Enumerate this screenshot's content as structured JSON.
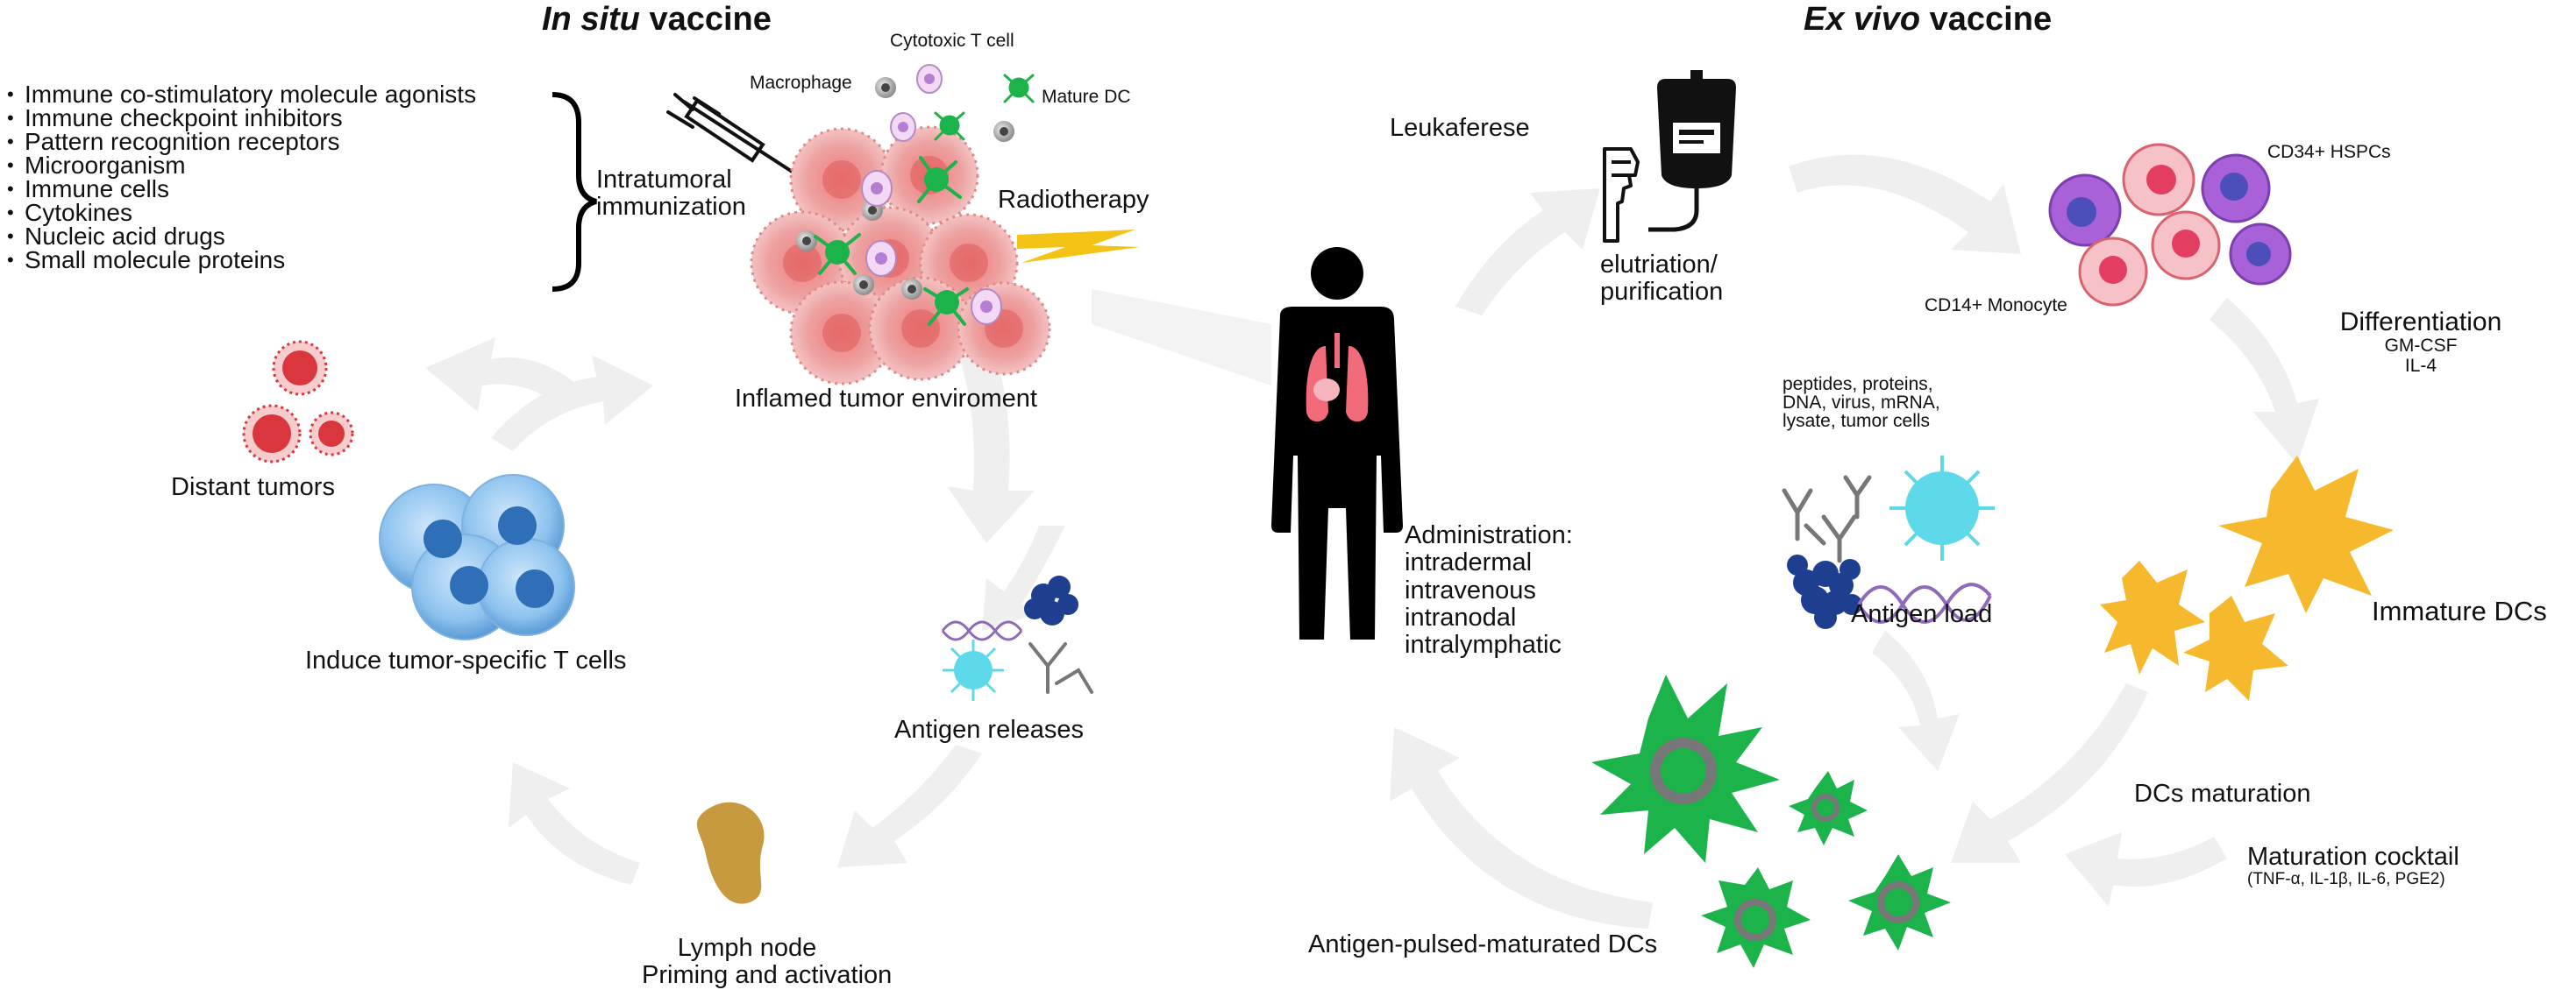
{
  "in_situ": {
    "title_italic": "In situ",
    "title_rest": "vaccine",
    "agents": [
      "Immune co-stimulatory molecule agonists",
      "Immune checkpoint inhibitors",
      "Pattern recognition receptors",
      "Microorganism",
      "Immune cells",
      "Cytokines",
      "Nucleic acid drugs",
      "Small molecule proteins"
    ],
    "intratumoral_line1": "Intratumoral",
    "intratumoral_line2": "immunization",
    "cytotoxic_t_cell": "Cytotoxic T cell",
    "macrophage": "Macrophage",
    "mature_dc": "Mature DC",
    "radiotherapy": "Radiotherapy",
    "inflamed_tumor": "Inflamed tumor enviroment",
    "distant_tumors": "Distant tumors",
    "induce_t_cells": "Induce tumor-specific T cells",
    "antigen_releases": "Antigen releases",
    "lymph_node_line1": "Lymph node",
    "lymph_node_line2": "Priming and activation"
  },
  "center": {
    "administration_title": "Administration:",
    "routes": [
      "intradermal",
      "intravenous",
      "intranodal",
      "intralymphatic"
    ]
  },
  "ex_vivo": {
    "title_italic": "Ex vivo",
    "title_rest": "vaccine",
    "leukaferese": "Leukaferese",
    "elutriation_line1": "elutriation/",
    "elutriation_line2": "purification",
    "cd34": "CD34+ HSPCs",
    "cd14": "CD14+ Monocyte",
    "differentiation": "Differentiation",
    "gm_csf": "GM-CSF",
    "il4": "IL-4",
    "antigen_types": [
      "peptides, proteins,",
      "DNA, virus, mRNA,",
      "lysate, tumor cells"
    ],
    "antigen_load": "Antigen load",
    "immature_dcs": "Immature DCs",
    "dcs_maturation": "DCs maturation",
    "maturation_cocktail": "Maturation cocktail",
    "cocktail_contents": "(TNF-α, IL-1β, IL-6, PGE2)",
    "antigen_pulsed": "Antigen-pulsed-maturated DCs"
  },
  "colors": {
    "tumor_red": "#d9363e",
    "tumor_pink": "#f2a5a5",
    "t_cell_blue": "#4a90d9",
    "mature_dc_green": "#1bb34a",
    "immature_dc_yellow": "#f6b82c",
    "lymph_node_gold": "#c79a3f",
    "hspc_purple": "#9b4fd1",
    "monocyte_pink": "#e8788a",
    "antigen_cyan": "#5ed9ea",
    "arrow_gray": "#eeeeee",
    "person_black": "#000000",
    "lightning_yellow": "#f3c316"
  }
}
